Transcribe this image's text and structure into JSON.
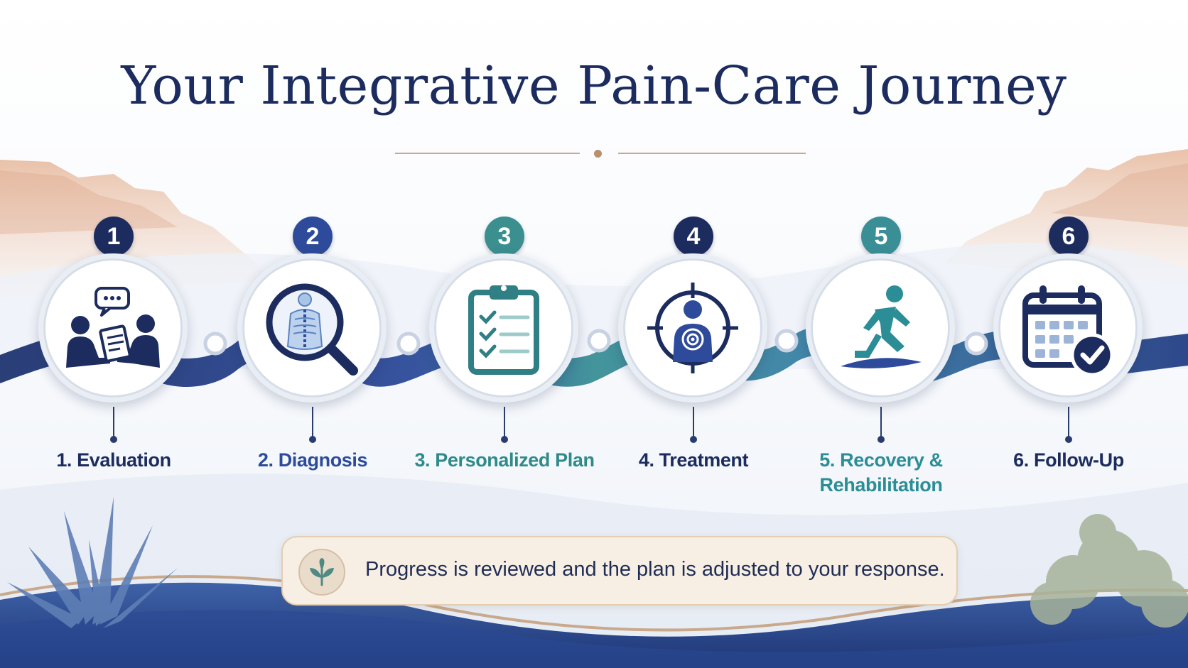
{
  "title": "Your Integrative Pain-Care Journey",
  "steps": [
    {
      "number": "1",
      "label": "1. Evaluation",
      "icon": "consultation-icon",
      "color": "#1c2c5e"
    },
    {
      "number": "2",
      "label": "2. Diagnosis",
      "icon": "spine-magnifier-icon",
      "color": "#2d4b9a"
    },
    {
      "number": "3",
      "label": "3. Personalized Plan",
      "icon": "clipboard-checklist-icon",
      "color": "#2f8a8a"
    },
    {
      "number": "4",
      "label": "4. Treatment",
      "icon": "target-body-icon",
      "color": "#1c2c5e"
    },
    {
      "number": "5",
      "label": "5. Recovery & Rehabilitation",
      "icon": "running-person-icon",
      "color": "#2b8d96"
    },
    {
      "number": "6",
      "label": "6. Follow-Up",
      "icon": "calendar-check-icon",
      "color": "#1c2c5e"
    }
  ],
  "note": {
    "text": "Progress is reviewed and the plan is adjusted to your response.",
    "icon": "leaf-sprout-icon"
  },
  "colors": {
    "navy": "#1c2c5e",
    "blue": "#2d4b9a",
    "teal": "#2f8a8a",
    "gold": "#c9a98c",
    "cream": "#f8efe4"
  }
}
